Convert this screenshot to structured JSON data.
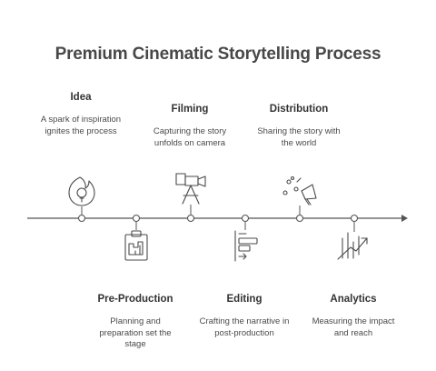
{
  "title": "Premium Cinematic Storytelling Process",
  "stages": [
    {
      "title": "Idea",
      "description": "A spark of inspiration ignites the process",
      "icon": "flame-bulb-icon"
    },
    {
      "title": "Pre-Production",
      "description": "Planning and preparation set the stage",
      "icon": "clipboard-plan-icon"
    },
    {
      "title": "Filming",
      "description": "Capturing the story unfolds on camera",
      "icon": "film-camera-icon"
    },
    {
      "title": "Editing",
      "description": "Crafting the narrative in post-production",
      "icon": "timeline-edit-icon"
    },
    {
      "title": "Distribution",
      "description": "Sharing the story with the world",
      "icon": "megaphone-icon"
    },
    {
      "title": "Analytics",
      "description": "Measuring the impact and reach",
      "icon": "growth-chart-icon"
    }
  ],
  "colors": {
    "line": "#555555",
    "icon": "#4a4a4a",
    "dot_fill": "#ffffff"
  }
}
